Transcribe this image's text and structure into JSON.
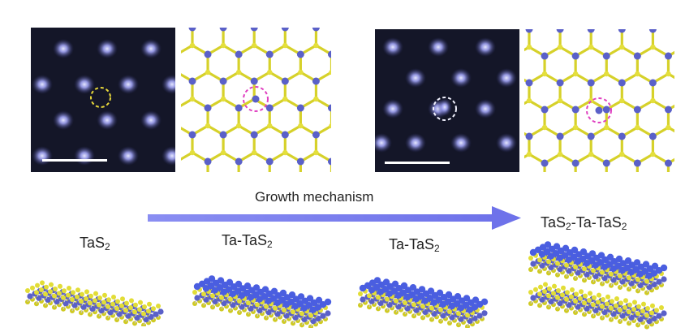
{
  "growth_arrow": {
    "label": "Growth mechanism",
    "color": "#7b7ff0"
  },
  "stages": [
    {
      "prefix": "TaS",
      "sub": "2",
      "suffix": "",
      "sub2": ""
    },
    {
      "prefix": "Ta-TaS",
      "sub": "2",
      "suffix": "",
      "sub2": ""
    },
    {
      "prefix": "Ta-TaS",
      "sub": "2",
      "suffix": "",
      "sub2": ""
    },
    {
      "prefix": "TaS",
      "sub": "2",
      "suffix": "-Ta-TaS",
      "sub2": "2"
    }
  ],
  "colors": {
    "ta_atom": "#5a60c8",
    "s_atom": "#d6d12a",
    "stem_bg": "#141628",
    "stem_spot": "#a8abff",
    "highlight_yellow": "#e8d83a",
    "highlight_white": "#f2f2ff",
    "highlight_magenta": "#e040c0"
  },
  "icons": [
    "stem-image-left",
    "stem-image-right",
    "lattice-model-left",
    "lattice-model-right",
    "crystal-model"
  ]
}
